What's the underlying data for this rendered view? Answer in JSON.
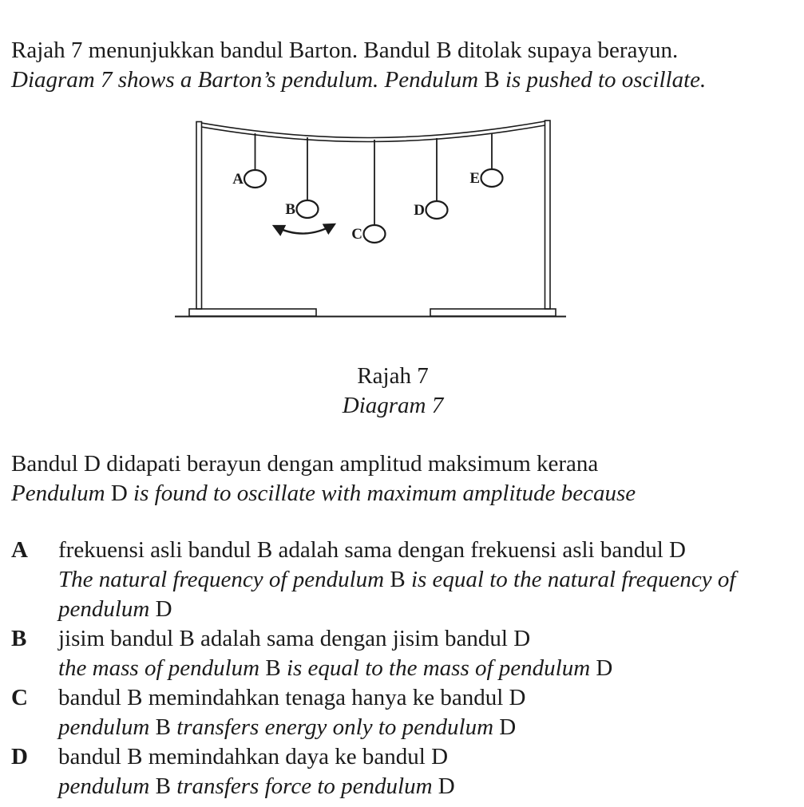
{
  "colors": {
    "ink": "#1b1b1b",
    "background": "#ffffff"
  },
  "intro": {
    "malay": "Rajah 7 menunjukkan bandul Barton. Bandul B ditolak supaya berayun.",
    "english_segments": [
      {
        "text": "Diagram 7 shows a Barton’s pendulum. Pendulum ",
        "style": "italic"
      },
      {
        "text": "B",
        "style": "upright"
      },
      {
        "text": " is pushed to oscillate.",
        "style": "italic"
      }
    ]
  },
  "figure": {
    "caption_malay": "Rajah 7",
    "caption_english": "Diagram 7",
    "pendulum_labels": [
      "A",
      "B",
      "C",
      "D",
      "E"
    ]
  },
  "question": {
    "malay": "Bandul D didapati berayun dengan amplitud maksimum kerana",
    "english_segments": [
      {
        "text": "Pendulum ",
        "style": "italic"
      },
      {
        "text": "D",
        "style": "upright"
      },
      {
        "text": " is found to oscillate with maximum amplitude because",
        "style": "italic"
      }
    ]
  },
  "options": [
    {
      "letter": "A",
      "malay": "frekuensi asli bandul B adalah sama dengan frekuensi asli bandul D",
      "english_segments": [
        {
          "text": "The natural frequency of pendulum ",
          "style": "italic"
        },
        {
          "text": "B",
          "style": "upright"
        },
        {
          "text": " is equal to the natural frequency of pendulum ",
          "style": "italic"
        },
        {
          "text": "D",
          "style": "upright"
        }
      ]
    },
    {
      "letter": "B",
      "malay": "jisim bandul B adalah sama dengan jisim bandul D",
      "english_segments": [
        {
          "text": "the mass of pendulum ",
          "style": "italic"
        },
        {
          "text": "B",
          "style": "upright"
        },
        {
          "text": " is equal to the mass of pendulum ",
          "style": "italic"
        },
        {
          "text": "D",
          "style": "upright"
        }
      ]
    },
    {
      "letter": "C",
      "malay": "bandul B memindahkan tenaga hanya ke bandul D",
      "english_segments": [
        {
          "text": "pendulum ",
          "style": "italic"
        },
        {
          "text": "B",
          "style": "upright"
        },
        {
          "text": " transfers energy only to pendulum ",
          "style": "italic"
        },
        {
          "text": "D",
          "style": "upright"
        }
      ]
    },
    {
      "letter": "D",
      "malay": "bandul B memindahkan daya ke bandul D",
      "english_segments": [
        {
          "text": "pendulum ",
          "style": "italic"
        },
        {
          "text": "B",
          "style": "upright"
        },
        {
          "text": " transfers force to pendulum ",
          "style": "italic"
        },
        {
          "text": "D",
          "style": "upright"
        }
      ]
    }
  ]
}
